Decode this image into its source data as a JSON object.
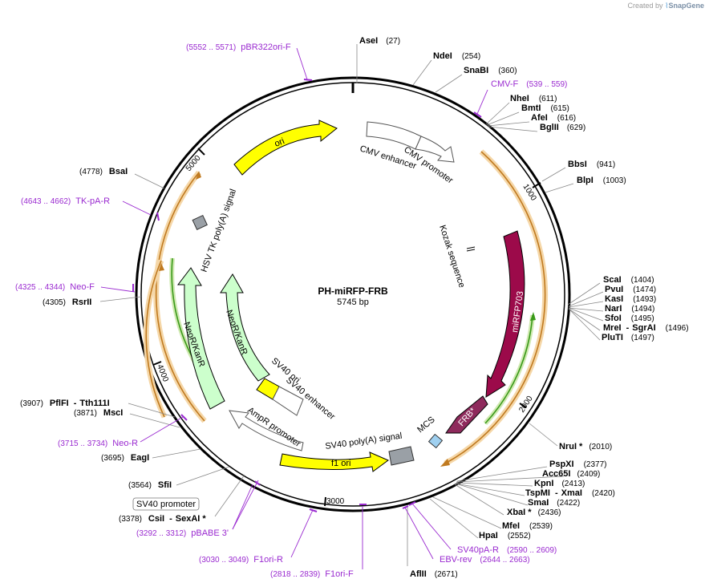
{
  "credit": {
    "prefix": "Created by",
    "brand": "SnapGene"
  },
  "plasmid": {
    "name": "PH-miRFP-FRB",
    "length": "5745 bp"
  },
  "ticks": [
    "1000",
    "2000",
    "3000",
    "4000",
    "5000"
  ],
  "sites": [
    {
      "name": "AseI",
      "pos": "(27)"
    },
    {
      "name": "NdeI",
      "pos": "(254)"
    },
    {
      "name": "SnaBI",
      "pos": "(360)"
    },
    {
      "name": "NheI",
      "pos": "(611)"
    },
    {
      "name": "BmtI",
      "pos": "(615)"
    },
    {
      "name": "AfeI",
      "pos": "(616)"
    },
    {
      "name": "BglII",
      "pos": "(629)"
    },
    {
      "name": "BbsI",
      "pos": "(941)"
    },
    {
      "name": "BlpI",
      "pos": "(1003)"
    },
    {
      "name": "ScaI",
      "pos": "(1404)"
    },
    {
      "name": "PvuI",
      "pos": "(1474)"
    },
    {
      "name": "KasI",
      "pos": "(1493)"
    },
    {
      "name": "NarI",
      "pos": "(1494)"
    },
    {
      "name": "SfoI",
      "pos": "(1495)"
    },
    {
      "name": "MreI",
      "name2": "SgrAI",
      "pos": "(1496)"
    },
    {
      "name": "PluTI",
      "pos": "(1497)"
    },
    {
      "name": "NruI *",
      "pos": "(2010)"
    },
    {
      "name": "PspXI",
      "pos": "(2377)"
    },
    {
      "name": "Acc65I",
      "pos": "(2409)"
    },
    {
      "name": "KpnI",
      "pos": "(2413)"
    },
    {
      "name": "TspMI",
      "name2": "XmaI",
      "pos": "(2420)"
    },
    {
      "name": "SmaI",
      "pos": "(2422)"
    },
    {
      "name": "XbaI *",
      "pos": "(2436)"
    },
    {
      "name": "MfeI",
      "pos": "(2539)"
    },
    {
      "name": "HpaI",
      "pos": "(2552)"
    },
    {
      "name": "AflII",
      "pos": "(2671)"
    },
    {
      "name": "CsiI",
      "name2": "SexAI *",
      "pos": "(3378)"
    },
    {
      "name": "SfiI",
      "pos": "(3564)"
    },
    {
      "name": "EagI",
      "pos": "(3695)"
    },
    {
      "name": "MscI",
      "pos": "(3871)"
    },
    {
      "name": "PflFI",
      "name2": "Tth111I",
      "pos": "(3907)"
    },
    {
      "name": "RsrII",
      "pos": "(4305)"
    },
    {
      "name": "BsaI",
      "pos": "(4778)"
    }
  ],
  "primers": [
    {
      "name": "pBR322ori-F",
      "range": "(5552 .. 5571)"
    },
    {
      "name": "CMV-F",
      "range": "(539 .. 559)"
    },
    {
      "name": "TK-pA-R",
      "range": "(4643 .. 4662)"
    },
    {
      "name": "Neo-F",
      "range": "(4325 .. 4344)"
    },
    {
      "name": "Neo-R",
      "range": "(3715 .. 3734)"
    },
    {
      "name": "pBABE 3'",
      "range": "(3292 .. 3312)"
    },
    {
      "name": "F1ori-R",
      "range": "(3030 .. 3049)"
    },
    {
      "name": "F1ori-F",
      "range": "(2818 .. 2839)"
    },
    {
      "name": "SV40pA-R",
      "range": "(2590 .. 2609)"
    },
    {
      "name": "EBV-rev",
      "range": "(2644 .. 2663)"
    }
  ],
  "boxed_feature": "SV40 promoter",
  "features": [
    {
      "name": "ori",
      "color": "#ffff00"
    },
    {
      "name": "CMV enhancer",
      "color": "#ffffff"
    },
    {
      "name": "CMV promoter",
      "color": "#ffffff"
    },
    {
      "name": "Kozak sequence",
      "color": "#ffffff"
    },
    {
      "name": "miRFP703",
      "color": "#9c0a4a"
    },
    {
      "name": "FRB*",
      "color": "#8e2a5c"
    },
    {
      "name": "MCS",
      "color": "#9fd0f0"
    },
    {
      "name": "SV40 poly(A) signal",
      "color": "#9aa0a6"
    },
    {
      "name": "f1 ori",
      "color": "#ffff00"
    },
    {
      "name": "AmpR promoter",
      "color": "#ffffff"
    },
    {
      "name": "SV40 ori",
      "color": "#ffff00"
    },
    {
      "name": "SV40 enhancer",
      "color": "#ffffff"
    },
    {
      "name": "NeoR/KanR",
      "color": "#ccffcc"
    },
    {
      "name": "NeoR/KanR",
      "color": "#ccffcc"
    },
    {
      "name": "HSV TK poly(A) signal",
      "color": "#9aa0a6"
    }
  ],
  "colors": {
    "primer": "#9a2ad0",
    "orf_highlight": "#f5d7a8",
    "orf_line": "#c07a20",
    "green_orf": "#3a9a1a"
  }
}
